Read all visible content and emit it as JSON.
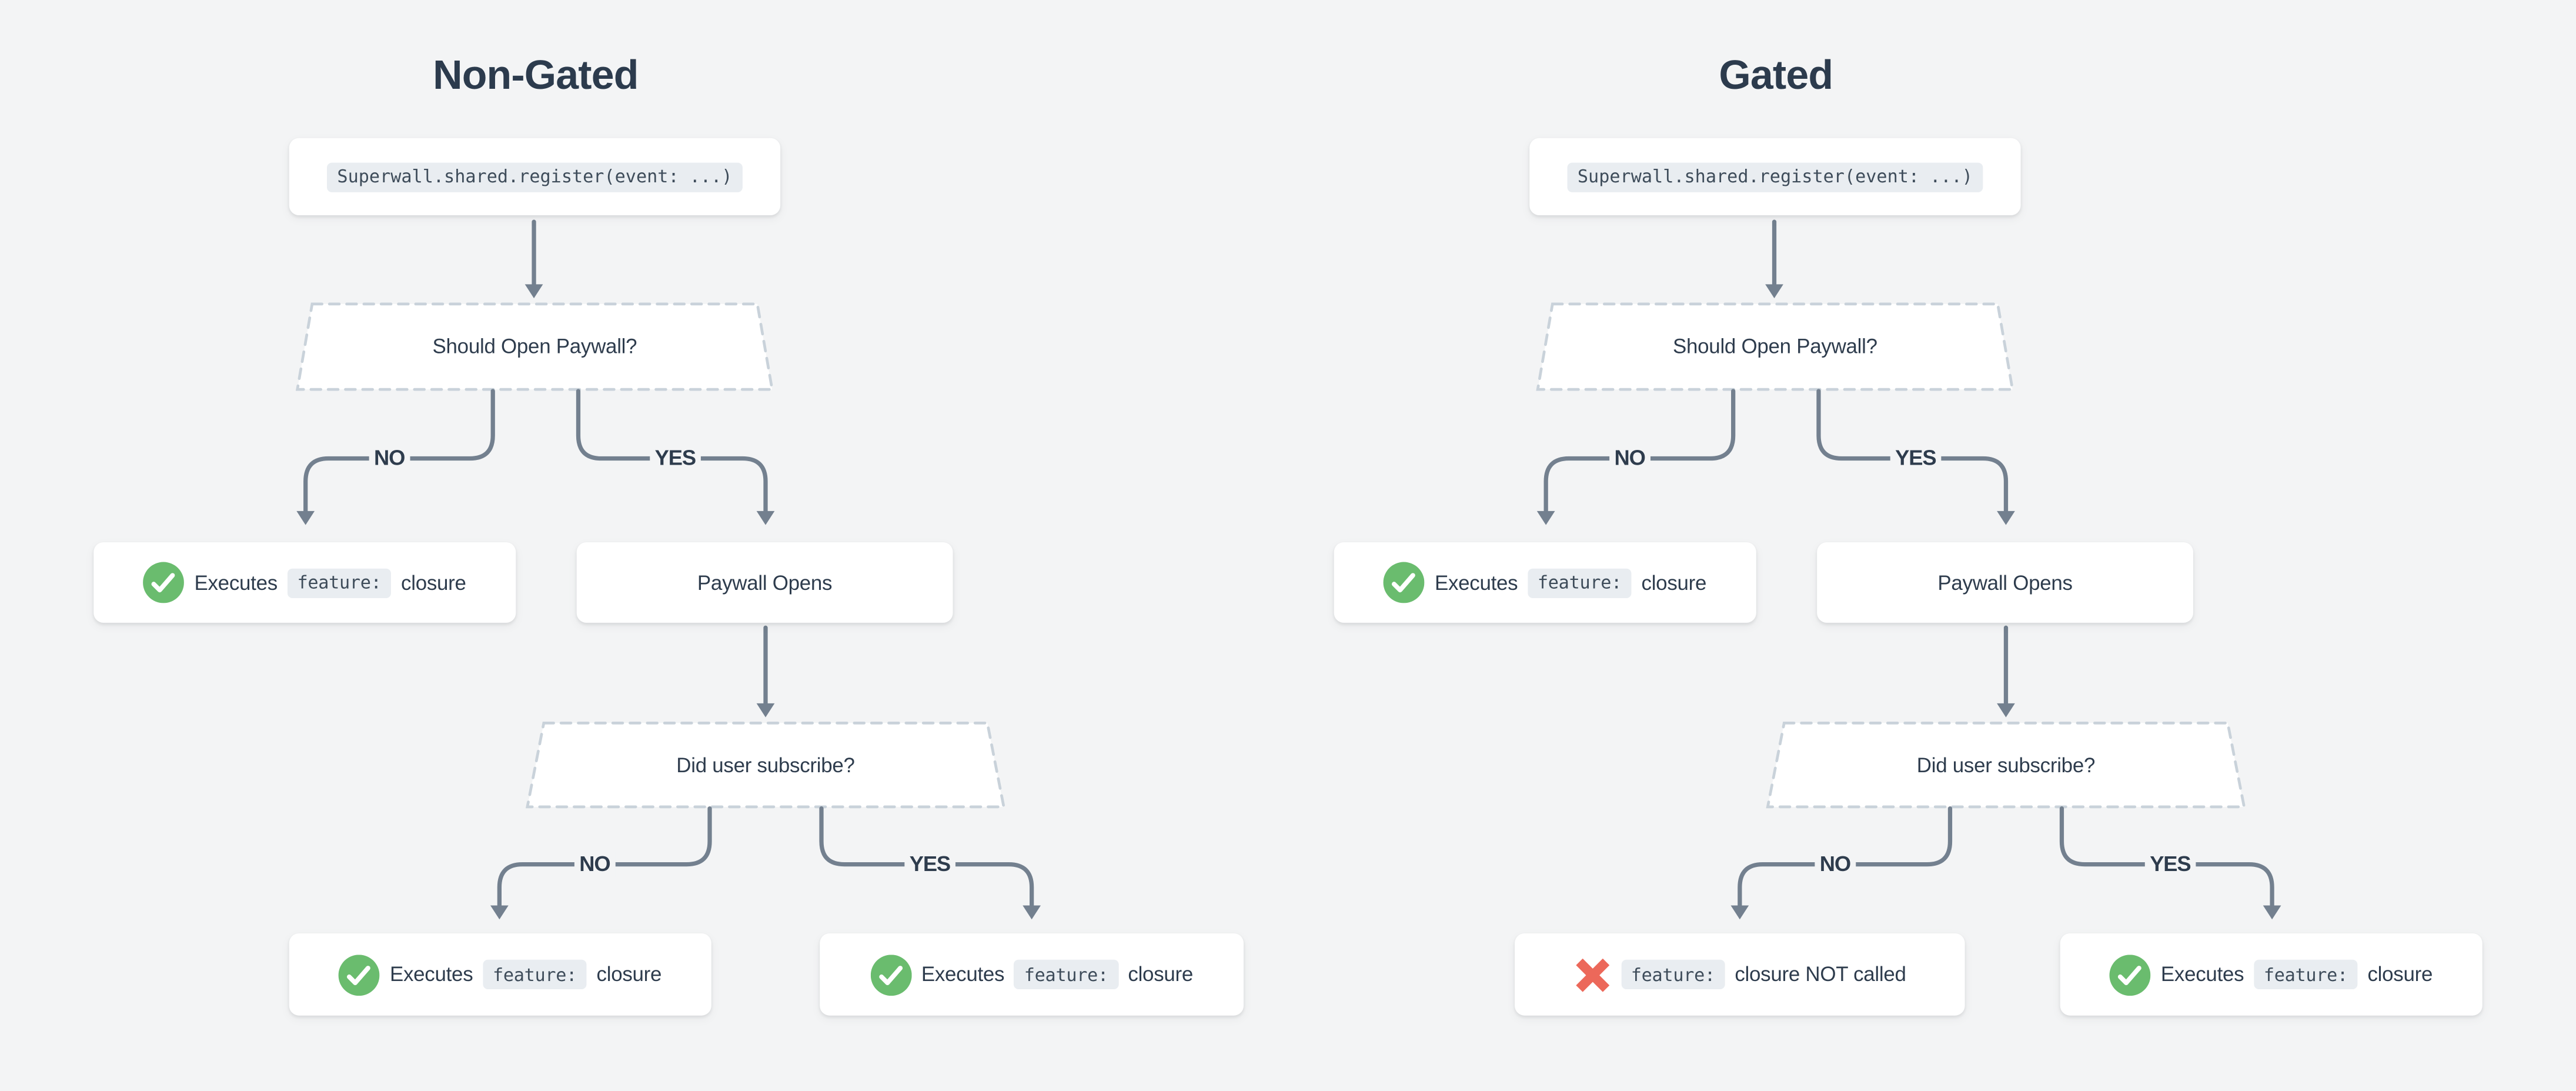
{
  "diagram": {
    "kind": "flowchart-comparison",
    "background": "#f3f4f5",
    "colors": {
      "box_bg": "#ffffff",
      "text": "#2e3c4d",
      "connector_line": "#73808f",
      "decision_dashed_border": "#c9d2da",
      "code_chip_bg": "#e9edf1",
      "success_green": "#6abc6e",
      "failure_red": "#ec685a"
    },
    "icons": {
      "check-circle-icon": "✓",
      "cross-icon": "✖"
    }
  },
  "charts": [
    {
      "title": "Non-Gated",
      "code": "Superwall.shared.register(event: ...)",
      "decision1": "Should Open Paywall?",
      "decision2": "Did user subscribe?",
      "no_label": "NO",
      "yes_label": "YES",
      "paywall": "Paywall Opens",
      "outcome_no1": {
        "icon": "check-circle-icon",
        "prefix": "Executes",
        "chip": "feature:",
        "suffix": "closure"
      },
      "outcome_no2": {
        "icon": "check-circle-icon",
        "prefix": "Executes",
        "chip": "feature:",
        "suffix": "closure"
      },
      "outcome_yes2": {
        "icon": "check-circle-icon",
        "prefix": "Executes",
        "chip": "feature:",
        "suffix": "closure"
      }
    },
    {
      "title": "Gated",
      "code": "Superwall.shared.register(event: ...)",
      "decision1": "Should Open Paywall?",
      "decision2": "Did user subscribe?",
      "no_label": "NO",
      "yes_label": "YES",
      "paywall": "Paywall Opens",
      "outcome_no1": {
        "icon": "check-circle-icon",
        "prefix": "Executes",
        "chip": "feature:",
        "suffix": "closure"
      },
      "outcome_no2": {
        "icon": "cross-icon",
        "prefix": "",
        "chip": "feature:",
        "suffix": "closure NOT called"
      },
      "outcome_yes2": {
        "icon": "check-circle-icon",
        "prefix": "Executes",
        "chip": "feature:",
        "suffix": "closure"
      }
    }
  ]
}
